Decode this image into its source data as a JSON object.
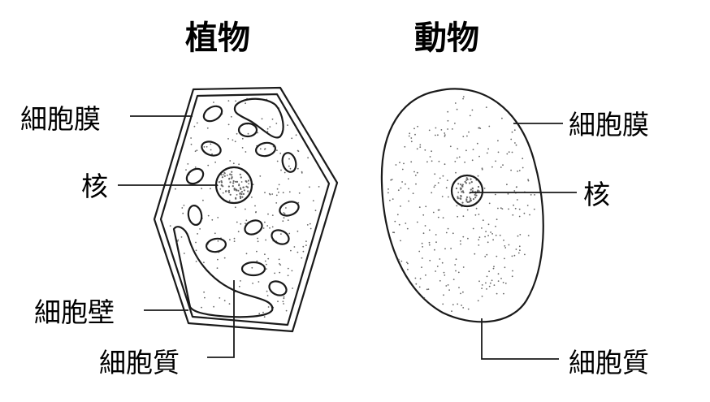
{
  "plant": {
    "title": "植物",
    "labels": {
      "cell_membrane": "細胞膜",
      "nucleus": "核",
      "cell_wall": "細胞壁",
      "cytoplasm": "細胞質"
    }
  },
  "animal": {
    "title": "動物",
    "labels": {
      "cell_membrane": "細胞膜",
      "nucleus": "核",
      "cytoplasm": "細胞質"
    }
  }
}
